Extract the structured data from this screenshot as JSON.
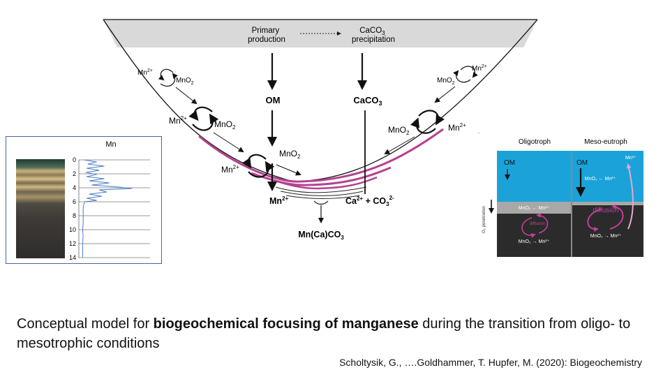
{
  "basin": {
    "primary_production": [
      "Primary",
      "production"
    ],
    "caco3_precipitation": [
      "CaCO",
      "3",
      "precipitation"
    ],
    "om": "OM",
    "caco3_sed": [
      "CaCO",
      "3"
    ],
    "mn2": [
      "Mn",
      "2+"
    ],
    "mno2": [
      "MnO",
      "2"
    ],
    "mn_bottom": [
      "Mn",
      "2+"
    ],
    "ca_co3": [
      "Ca",
      "2+",
      " + CO",
      "3",
      "2-"
    ],
    "mnca_co3": [
      "Mn(Ca)CO",
      "3"
    ]
  },
  "core": {
    "title": "Mn",
    "depth_ticks": [
      "0",
      "2",
      "4",
      "6",
      "8",
      "10",
      "12",
      "14"
    ],
    "depth_values": [
      0,
      2,
      4,
      6,
      8,
      10,
      12,
      14
    ],
    "mn_profile": [
      [
        0.0,
        0.05
      ],
      [
        0.3,
        0.3
      ],
      [
        0.6,
        0.12
      ],
      [
        0.9,
        0.45
      ],
      [
        1.2,
        0.1
      ],
      [
        1.5,
        0.35
      ],
      [
        1.8,
        0.08
      ],
      [
        2.1,
        0.3
      ],
      [
        2.4,
        0.1
      ],
      [
        2.7,
        0.45
      ],
      [
        3.0,
        0.15
      ],
      [
        3.3,
        0.55
      ],
      [
        3.6,
        0.2
      ],
      [
        3.9,
        0.75
      ],
      [
        4.1,
        1.0
      ],
      [
        4.3,
        0.35
      ],
      [
        4.6,
        0.5
      ],
      [
        4.9,
        0.15
      ],
      [
        5.2,
        0.4
      ],
      [
        5.5,
        0.1
      ],
      [
        5.8,
        0.3
      ],
      [
        6.0,
        0.06
      ],
      [
        6.5,
        0.04
      ],
      [
        7.0,
        0.03
      ],
      [
        8.0,
        0.03
      ],
      [
        9.0,
        0.03
      ],
      [
        10.0,
        0.02
      ],
      [
        11.0,
        0.03
      ],
      [
        12.0,
        0.02
      ],
      [
        14.0,
        0.02
      ]
    ],
    "line_color": "#4a7cc9"
  },
  "trophic": {
    "col1_title": "Oligotroph",
    "col2_title": "Meso-eutroph",
    "om": "OM",
    "o2_penetration": "O₂ penetration",
    "mno2_mn_top": "MnO₂ ← Mn²⁺",
    "mno2_mn_bottom": "MnO₂ → Mn²⁺",
    "diffusion": "diffusion",
    "mn2": "Mn²⁺",
    "water_color": "#1ba3d9",
    "sediment_color": "#2b2b2b",
    "diffusion_color": "#c0409b"
  },
  "caption": {
    "text_before": "Conceptual model for ",
    "text_bold": "biogeochemical focusing of manganese",
    "text_after": " during the transition from oligo- to mesotrophic conditions",
    "citation": "Scholtysik, G., ….Goldhammer, T. Hupfer, M. (2020): Biogeochemistry"
  }
}
